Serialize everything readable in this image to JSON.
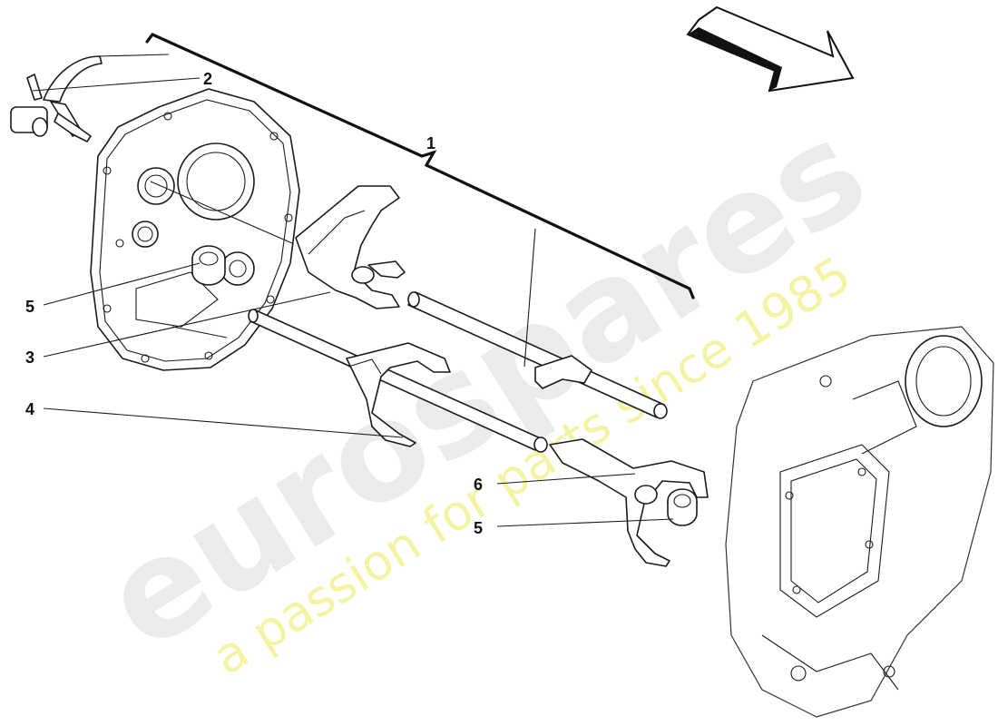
{
  "diagram": {
    "callouts": {
      "c1": "1",
      "c2": "2",
      "c3": "3",
      "c4": "4",
      "c5a": "5",
      "c5b": "5",
      "c6": "6"
    },
    "watermark": {
      "logo": "eurospares",
      "tagline": "a passion for parts since 1985"
    },
    "colors": {
      "line": "#1a1a1a",
      "watermark_logo": "#dcdcdc",
      "watermark_tagline": "#f2ee86"
    }
  }
}
